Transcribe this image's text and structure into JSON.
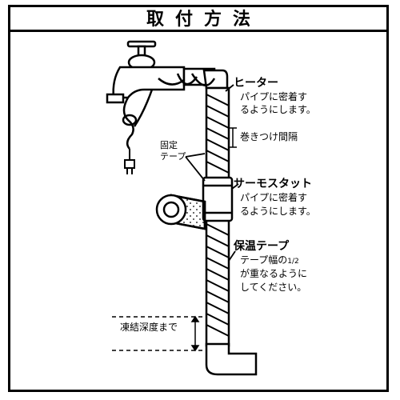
{
  "title": "取付方法",
  "labels": {
    "heater_title": "ヒーター",
    "heater_line1": "パイプに密着す",
    "heater_line2": "るようにします。",
    "winding_interval": "巻きつけ間隔",
    "fixing_tape_line1": "固定",
    "fixing_tape_line2": "テープ",
    "thermostat_title": "サーモスタット",
    "thermostat_line1": "パイプに密着す",
    "thermostat_line2": "るようにします。",
    "insulation_title": "保温テープ",
    "insulation_line1": "テープ幅の",
    "insulation_fraction": "1/2",
    "insulation_line2": "が重なるように",
    "insulation_line3": "してください。",
    "frost_depth": "凍結深度まで"
  },
  "icons": [
    "faucet-icon",
    "power-plug-icon",
    "tape-roll-icon"
  ],
  "colors": {
    "ink": "#000000",
    "background": "#ffffff"
  }
}
